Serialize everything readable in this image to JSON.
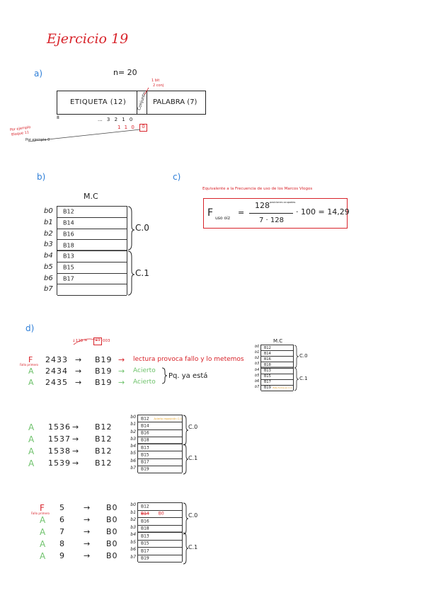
{
  "title": "Ejercicio 19",
  "part_a": {
    "label": "a)",
    "n_eq": "n= 20",
    "etiqueta": "ETIQUETA (12)",
    "conjunto": "Conjunto",
    "palabra": "PALABRA (7)",
    "conj_note_a": "1 bit",
    "conj_note_b": "2 conj",
    "bit_idx": "... 3  2  1  0",
    "left_idx": "8",
    "bit_vals": "1   1   0",
    "highlight": "0",
    "note_a": "Por ejemplo",
    "note_b": "Bloque 11",
    "note_c": "Por ejemplo 0"
  },
  "part_b": {
    "label": "b)",
    "cache_title": "M.C",
    "rows": [
      {
        "line": "b0",
        "block": "B12"
      },
      {
        "line": "b1",
        "block": "B14"
      },
      {
        "line": "b2",
        "block": "B16"
      },
      {
        "line": "b3",
        "block": "B18"
      },
      {
        "line": "b4",
        "block": "B13"
      },
      {
        "line": "b5",
        "block": "B15"
      },
      {
        "line": "b6",
        "block": "B17"
      },
      {
        "line": "b7",
        "block": ""
      }
    ],
    "set0": "C.0",
    "set1": "C.1"
  },
  "part_c": {
    "label": "c)",
    "heading": "Equivalente a la Frecuencia de uso de los Marcos Vlogos",
    "f_label": "F",
    "f_sub": "uso oiz",
    "eq": "=",
    "numerator": "128",
    "num_note": "posiciones ocupadas",
    "denominator": "7 · 128",
    "mult": "·  100  =  14,29"
  },
  "part_d": {
    "label": "d)",
    "note_top": "↓128 =",
    "note_box": "19",
    "note_top2": "003",
    "group1": [
      {
        "status": "F",
        "status_note": "Fallo primero",
        "addr": "2433",
        "arrow": "→",
        "block": "B19",
        "comment": "lectura provoca fallo y lo metemos"
      },
      {
        "status": "A",
        "status_note": "",
        "addr": "2434",
        "arrow": "→",
        "block": "B19",
        "comment": "Acierto"
      },
      {
        "status": "A",
        "status_note": "",
        "addr": "2435",
        "arrow": "→",
        "block": "B19",
        "comment": "Acierto"
      }
    ],
    "group1_brace_note": "Pq. ya está",
    "cache1": {
      "title": "M.C",
      "rows": [
        {
          "line": "b0",
          "block": "B12",
          "note": ""
        },
        {
          "line": "b1",
          "block": "B14",
          "note": ""
        },
        {
          "line": "b2",
          "block": "B16",
          "note": ""
        },
        {
          "line": "b3",
          "block": "B18",
          "note": ""
        },
        {
          "line": "b4",
          "block": "B13",
          "note": ""
        },
        {
          "line": "b5",
          "block": "B15",
          "note": ""
        },
        {
          "line": "b6",
          "block": "B17",
          "note": ""
        },
        {
          "line": "b7",
          "block": "B19",
          "note": "Esta forma en C.1"
        }
      ],
      "set0": "C.0",
      "set1": "C.1"
    },
    "group2": [
      {
        "status": "A",
        "addr": "1536",
        "arrow": "→",
        "block": "B12"
      },
      {
        "status": "A",
        "addr": "1537",
        "arrow": "→",
        "block": "B12"
      },
      {
        "status": "A",
        "addr": "1538",
        "arrow": "→",
        "block": "B12"
      },
      {
        "status": "A",
        "addr": "1539",
        "arrow": "→",
        "block": "B12"
      }
    ],
    "cache2": {
      "rows": [
        {
          "line": "b0",
          "block": "B12",
          "note": "Acierto reposición C.0"
        },
        {
          "line": "b1",
          "block": "B14",
          "note": ""
        },
        {
          "line": "b2",
          "block": "B16",
          "note": ""
        },
        {
          "line": "b3",
          "block": "B18",
          "note": ""
        },
        {
          "line": "b4",
          "block": "B13",
          "note": ""
        },
        {
          "line": "b5",
          "block": "B15",
          "note": ""
        },
        {
          "line": "b6",
          "block": "B17",
          "note": ""
        },
        {
          "line": "b7",
          "block": "B19",
          "note": ""
        }
      ],
      "set0": "C.0",
      "set1": "C.1"
    },
    "group3": [
      {
        "status": "F",
        "status_note": "Fallo primero",
        "addr": "5",
        "arrow": "→",
        "block": "B0"
      },
      {
        "status": "A",
        "status_note": "",
        "addr": "6",
        "arrow": "→",
        "block": "B0"
      },
      {
        "status": "A",
        "status_note": "",
        "addr": "7",
        "arrow": "→",
        "block": "B0"
      },
      {
        "status": "A",
        "status_note": "",
        "addr": "8",
        "arrow": "→",
        "block": "B0"
      },
      {
        "status": "A",
        "status_note": "",
        "addr": "9",
        "arrow": "→",
        "block": "B0"
      }
    ],
    "cache3": {
      "rows": [
        {
          "line": "b0",
          "block": "B12",
          "new": ""
        },
        {
          "line": "b1",
          "block": "B14",
          "new": "B0"
        },
        {
          "line": "b2",
          "block": "B16",
          "new": ""
        },
        {
          "line": "b3",
          "block": "B18",
          "new": ""
        },
        {
          "line": "b4",
          "block": "B13",
          "new": ""
        },
        {
          "line": "b5",
          "block": "B15",
          "new": ""
        },
        {
          "line": "b6",
          "block": "B17",
          "new": ""
        },
        {
          "line": "b7",
          "block": "B19",
          "new": ""
        }
      ],
      "set0": "C.0",
      "set1": "C.1"
    }
  },
  "colors": {
    "red": "#d8232a",
    "green": "#6ec26b",
    "blue": "#2f7fd8",
    "orange": "#e8a224",
    "ink": "#1d1d1d"
  }
}
